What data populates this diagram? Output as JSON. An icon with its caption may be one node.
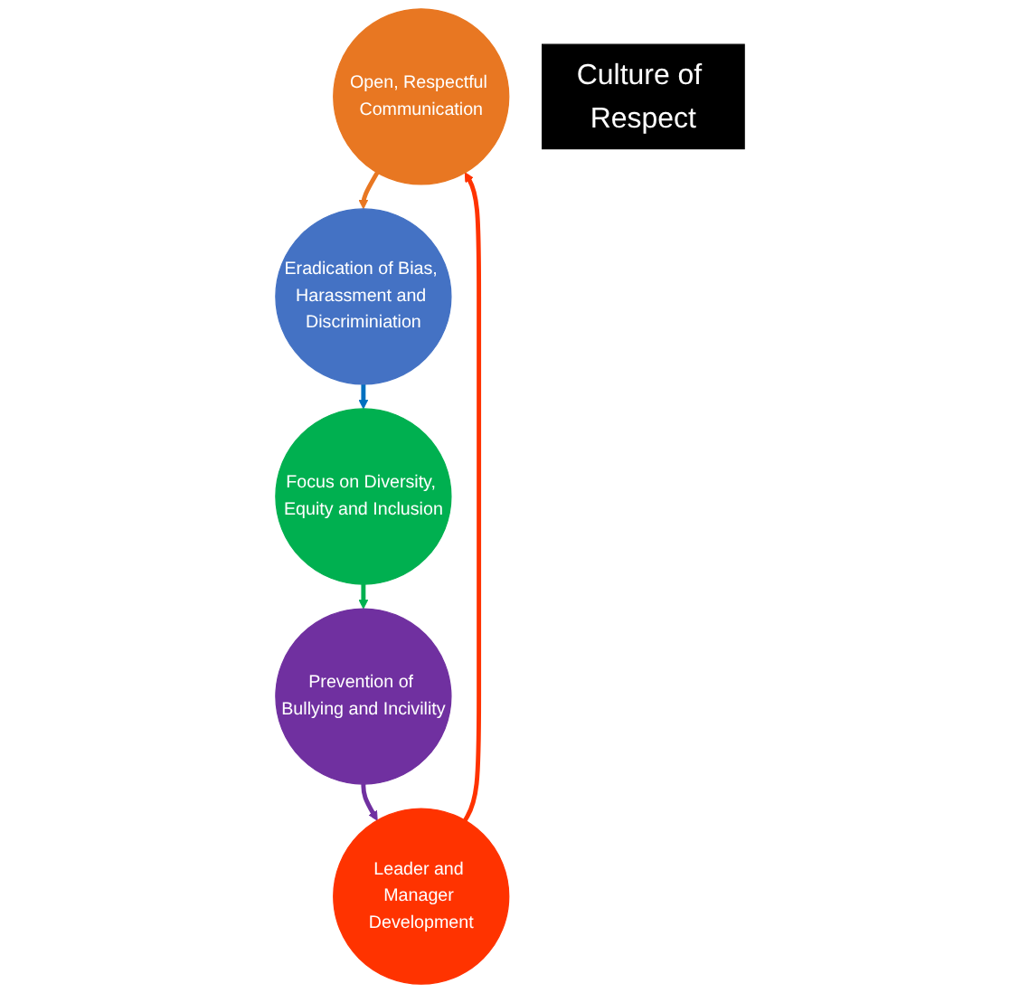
{
  "diagram": {
    "nodes": [
      {
        "text": [
          "Open, Respectful Communication"
        ]
      },
      {
        "text": [
          "Eradication of Bias, Harassment and Discriminiation"
        ]
      },
      {
        "text": [
          "Focus on Diversity, Equity and Inclusion"
        ]
      },
      {
        "text": [
          "Prevention of Bullying and Incivility"
        ]
      },
      {
        "text": [
          "Leader and Manager Development"
        ]
      },
      {
        "text": [
          "Culture of Respect"
        ]
      }
    ],
    "edges": [
      {
        "from": 0,
        "to": 1,
        "arrow": "to",
        "color": "#e87722"
      },
      {
        "from": 1,
        "to": 2,
        "arrow": "to",
        "color": "#0070c0"
      },
      {
        "from": 2,
        "to": 3,
        "arrow": "to",
        "color": "#00b050"
      },
      {
        "from": 3,
        "to": 4,
        "arrow": "to",
        "color": "#7030a0"
      },
      {
        "from": 4,
        "to": 0,
        "arrow": "to",
        "color": "#ff3300"
      }
    ]
  }
}
